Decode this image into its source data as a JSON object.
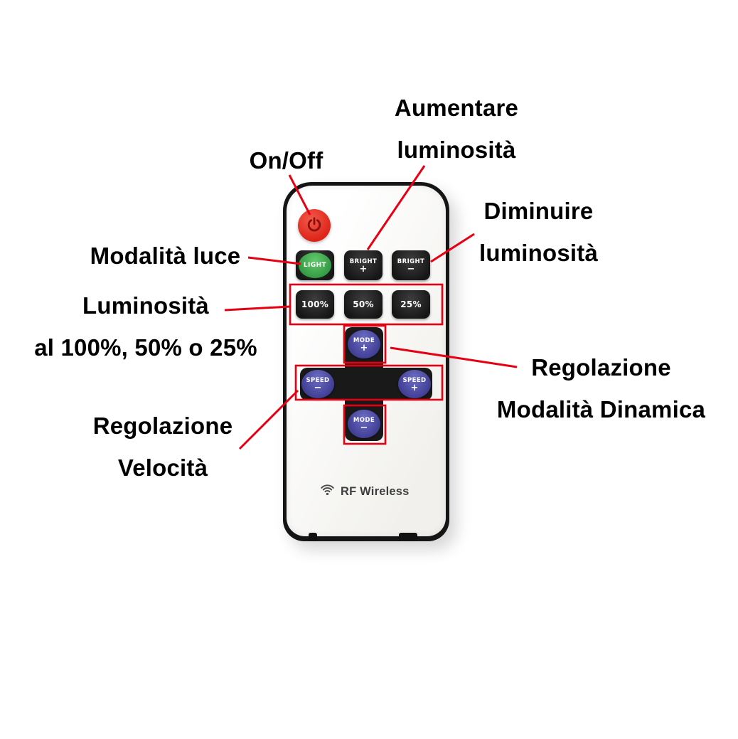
{
  "colors": {
    "annotation_red": "#e60012",
    "remote_rim": "#151515",
    "remote_face": "#fbfaf8",
    "key_black": "#1d1d1d",
    "key_green": "#3fae4c",
    "key_blue": "#45449e",
    "power_red": "#dd2417",
    "brand_text": "#3f3f3f"
  },
  "annotations": {
    "on_off": "On/Off",
    "increase_brightness": {
      "line1": "Aumentare",
      "line2": "luminosità"
    },
    "decrease_brightness": {
      "line1": "Diminuire",
      "line2": "luminosità"
    },
    "light_mode": "Modalità luce",
    "brightness_levels": {
      "line1": "Luminosità",
      "line2": "al 100%, 50% o 25%"
    },
    "dynamic_mode": {
      "line1": "Regolazione",
      "line2": "Modalità Dinamica"
    },
    "speed": {
      "line1": "Regolazione",
      "line2": "Velocità"
    }
  },
  "remote": {
    "brand": "RF Wireless",
    "keys": {
      "light": "LIGHT",
      "bright_up": {
        "line1": "BRIGHT",
        "line2": "+"
      },
      "bright_down": {
        "line1": "BRIGHT",
        "line2": "−"
      },
      "pct_100": "100%",
      "pct_50": "50%",
      "pct_25": "25%",
      "mode_up": {
        "line1": "MODE",
        "line2": "+"
      },
      "mode_down": {
        "line1": "MODE",
        "line2": "−"
      },
      "speed_down": {
        "line1": "SPEED",
        "line2": "−"
      },
      "speed_up": {
        "line1": "SPEED",
        "line2": "+"
      }
    }
  }
}
